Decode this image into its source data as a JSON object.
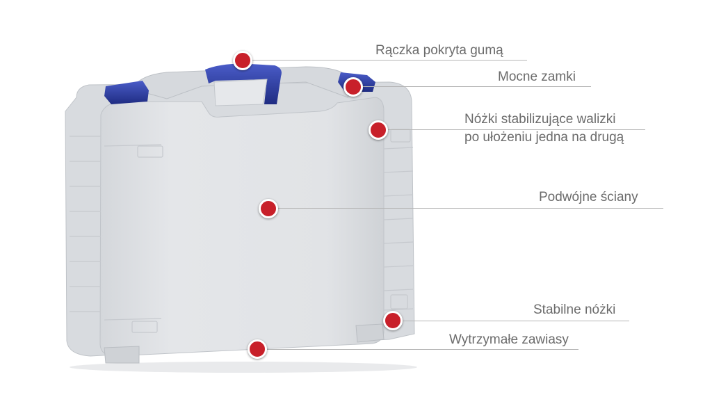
{
  "callouts": [
    {
      "id": "handle",
      "text": "Rączka pokryta gumą"
    },
    {
      "id": "locks",
      "text": "Mocne zamki"
    },
    {
      "id": "feet-stack",
      "line1": "Nóżki stabilizujące walizki",
      "line2": "po ułożeniu jedna na drugą"
    },
    {
      "id": "walls",
      "text": "Podwójne ściany"
    },
    {
      "id": "feet",
      "text": "Stabilne nóżki"
    },
    {
      "id": "hinges",
      "text": "Wytrzymałe zawiasy"
    }
  ],
  "colors": {
    "case_body": "#dfe1e4",
    "case_shadow": "#c7cacf",
    "accent_blue": "#2a3a9e",
    "marker_red": "#c8202a",
    "label_text": "#6b6b6b",
    "line": "#b5b5b5"
  }
}
